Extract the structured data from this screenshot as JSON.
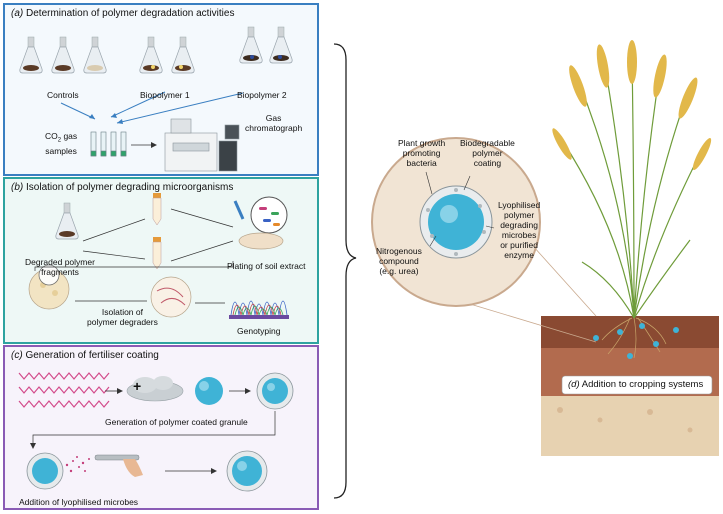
{
  "panels": {
    "a": {
      "letter": "(a)",
      "title": "Determination of polymer degradation activities",
      "controls": "Controls",
      "biopolymer1": "Biopolymer 1",
      "biopolymer2": "Biopolymer 2",
      "co2_prefix": "CO",
      "co2_sub": "2",
      "co2_suffix": " gas",
      "samples": "samples",
      "gc_line1": "Gas",
      "gc_line2": "chromatograph"
    },
    "b": {
      "letter": "(b)",
      "title": "Isolation of polymer degrading microorganisms",
      "degraded_line1": "Degraded polymer",
      "degraded_line2": "fragments",
      "plating": "Plating of soil extract",
      "isolation_line1": "Isolation of",
      "isolation_line2": "polymer degraders",
      "genotyping": "Genotyping"
    },
    "c": {
      "letter": "(c)",
      "title": "Generation of fertiliser coating",
      "plus": "+",
      "granule": "Generation of polymer coated granule",
      "microbes": "Addition of lyophilised microbes"
    },
    "d": {
      "letter": "(d)",
      "label": "Addition to cropping systems"
    }
  },
  "granule_callout": {
    "pgpb": [
      "Plant growth",
      "promoting",
      "bacteria"
    ],
    "coating": [
      "Biodegradable",
      "polymer",
      "coating"
    ],
    "nitrogen": [
      "Nitrogenous",
      "compound",
      "(e.g. urea)"
    ],
    "lyophilised": [
      "Lyophilised",
      "polymer",
      "degrading",
      "microbes",
      "or purified",
      "enzyme"
    ]
  },
  "colors": {
    "panel_a": "#3a7fc1",
    "panel_b": "#2ea3a0",
    "panel_c": "#8a5bb5",
    "granule": "#3fb3d6",
    "soil_top": "#8a4a32",
    "wheat": "#e2b84a"
  }
}
